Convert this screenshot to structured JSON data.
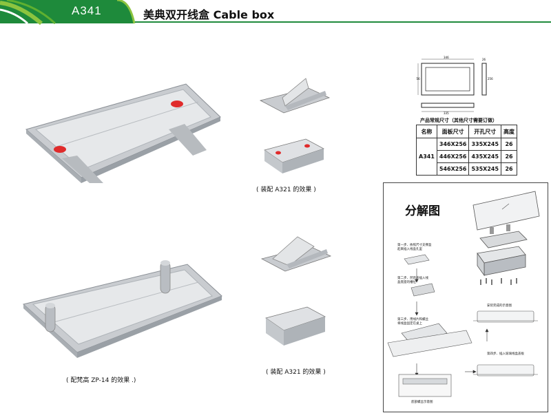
{
  "header": {
    "model": "A341",
    "title": "美典双开线盒   Cable box",
    "colors": {
      "brand_green": "#1e8a3b",
      "light_green": "#8cc43f"
    }
  },
  "captions": {
    "assembly_a321_1": "( 装配 A321 的效果 )",
    "assembly_a321_2": "( 装配 A321 的效果 )",
    "zp14": "( 配梵高 ZP-14 的效果 .)"
  },
  "spec": {
    "title": "产品常规尺寸（其他尺寸需要订做）",
    "headers": [
      "名称",
      "面板尺寸",
      "开孔尺寸",
      "高度"
    ],
    "model": "A341",
    "rows": [
      {
        "panel": "346X256",
        "hole": "335X245",
        "height": "26"
      },
      {
        "panel": "446X256",
        "hole": "435X245",
        "height": "26"
      },
      {
        "panel": "546X256",
        "hole": "535X245",
        "height": "26"
      }
    ]
  },
  "drawing": {
    "dim_top": "346",
    "dim_side_right": "256",
    "dim_side_left": "256",
    "dim_bottom": "335",
    "dim_depth": "26"
  },
  "exploded": {
    "title": "分解图",
    "step1": "第一步、依照尺寸支撑盒\n起来插入线盒孔里",
    "step2": "第二步、然后盖插入线\n盒底座的槽位",
    "step3": "第三步、用线片和螺丝\n将线盒固定在桌上",
    "step4": "第四步、插入玻璃线盒盖板",
    "note_install": "安装完成的示意图",
    "note_bottom": "底部螺丝示意图"
  }
}
